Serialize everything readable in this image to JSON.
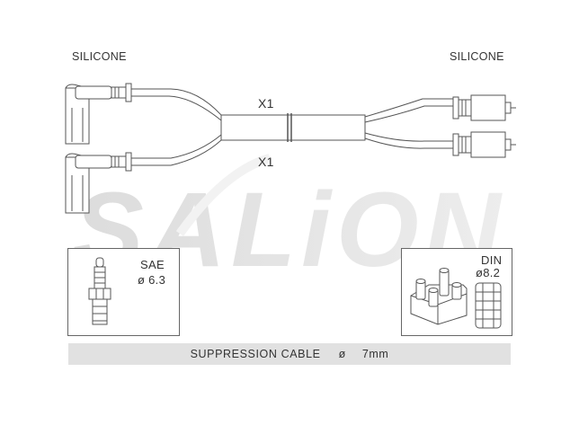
{
  "labels": {
    "left_material": "SILICONE",
    "right_material": "SILICONE",
    "qty_top": "X1",
    "qty_bottom": "X1"
  },
  "watermark": "SALiON",
  "terminal_left": {
    "standard": "SAE",
    "size": "ø 6.3"
  },
  "terminal_right": {
    "standard": "DIN",
    "size": "ø8.2"
  },
  "banner": {
    "text": "SUPPRESSION CABLE",
    "diameter_symbol": "ø",
    "size": "7mm"
  }
}
